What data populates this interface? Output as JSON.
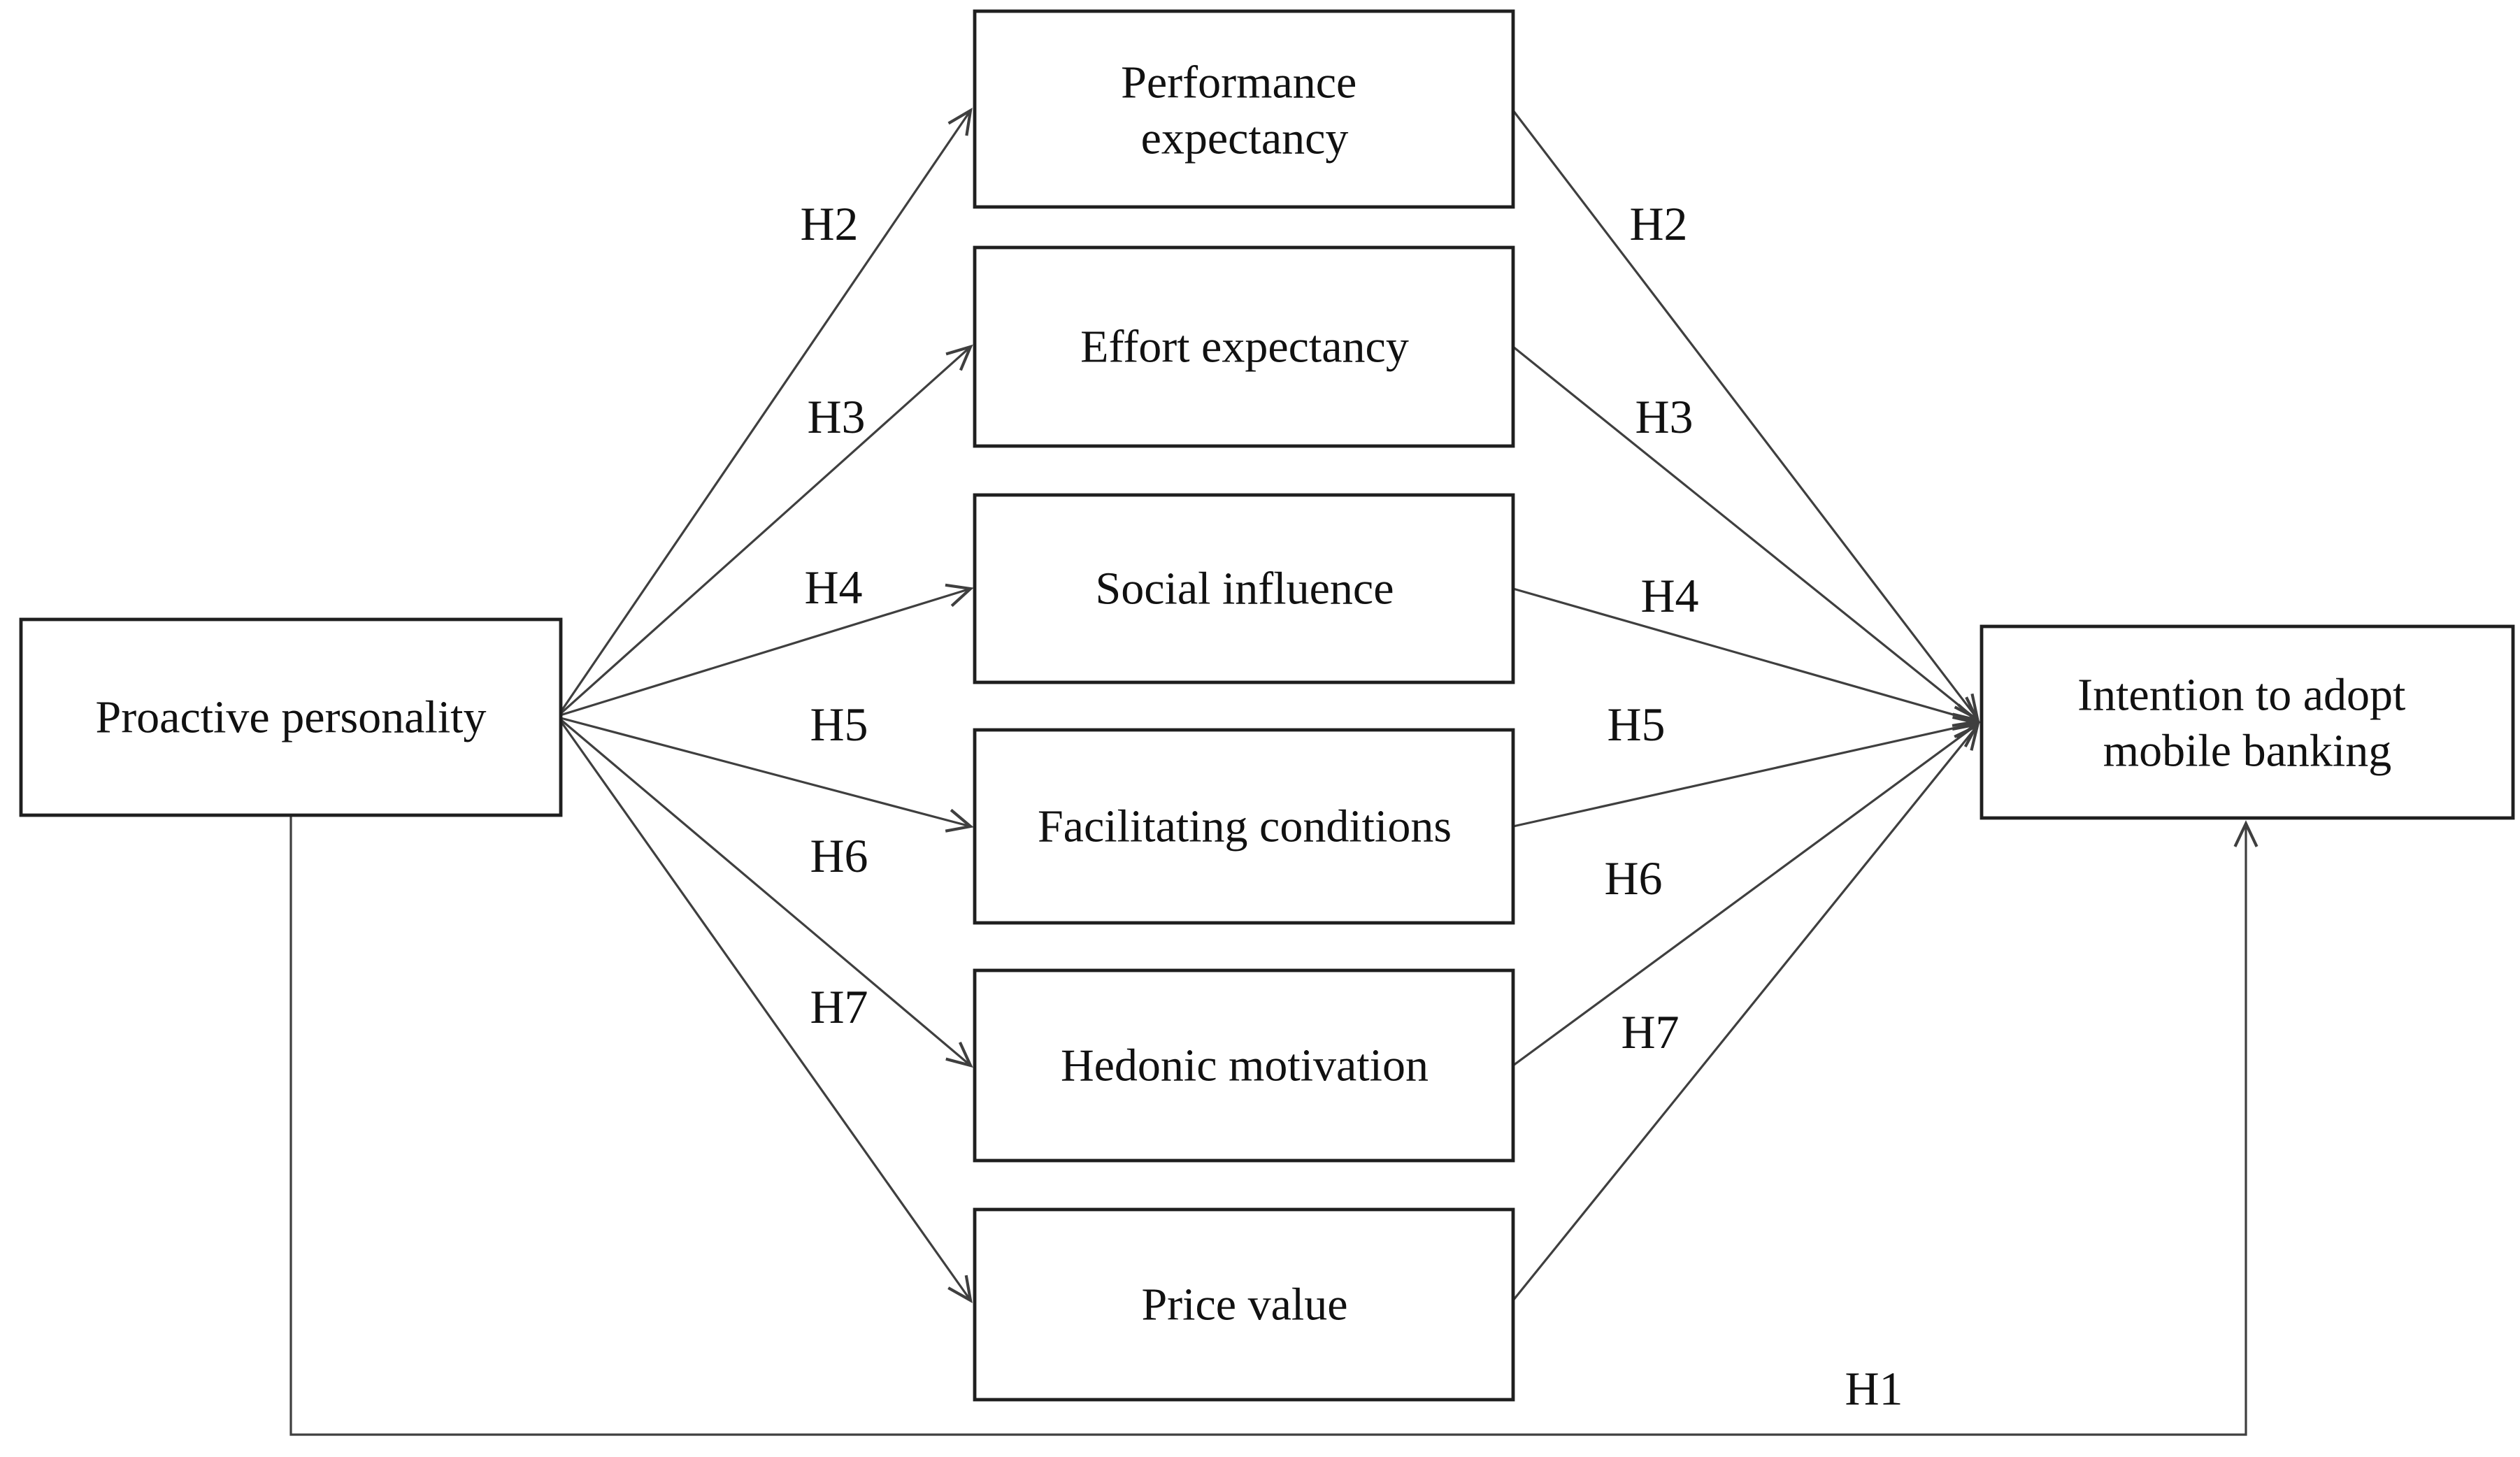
{
  "diagram": {
    "title": "Proactive personality and UTAUT research model",
    "background_color": "#ffffff",
    "line_color": "#3f3f3f",
    "border_color": "#1f1f1f",
    "text_color": "#111111"
  },
  "nodes": {
    "proactive": {
      "label": "Proactive personality"
    },
    "performance": {
      "line1": "Performance",
      "line2": "expectancy"
    },
    "effort": {
      "label": "Effort expectancy"
    },
    "social": {
      "label": "Social influence"
    },
    "facilitating": {
      "label": "Facilitating conditions"
    },
    "hedonic": {
      "label": "Hedonic motivation"
    },
    "price": {
      "label": "Price value"
    },
    "intention": {
      "line1": "Intention to adopt",
      "line2": "mobile banking"
    }
  },
  "hypotheses": {
    "left": {
      "h2": "H2",
      "h3": "H3",
      "h4": "H4",
      "h5": "H5",
      "h6": "H6",
      "h7": "H7"
    },
    "right": {
      "h2": "H2",
      "h3": "H3",
      "h4": "H4",
      "h5": "H5",
      "h6": "H6",
      "h7": "H7"
    },
    "h1": "H1"
  }
}
